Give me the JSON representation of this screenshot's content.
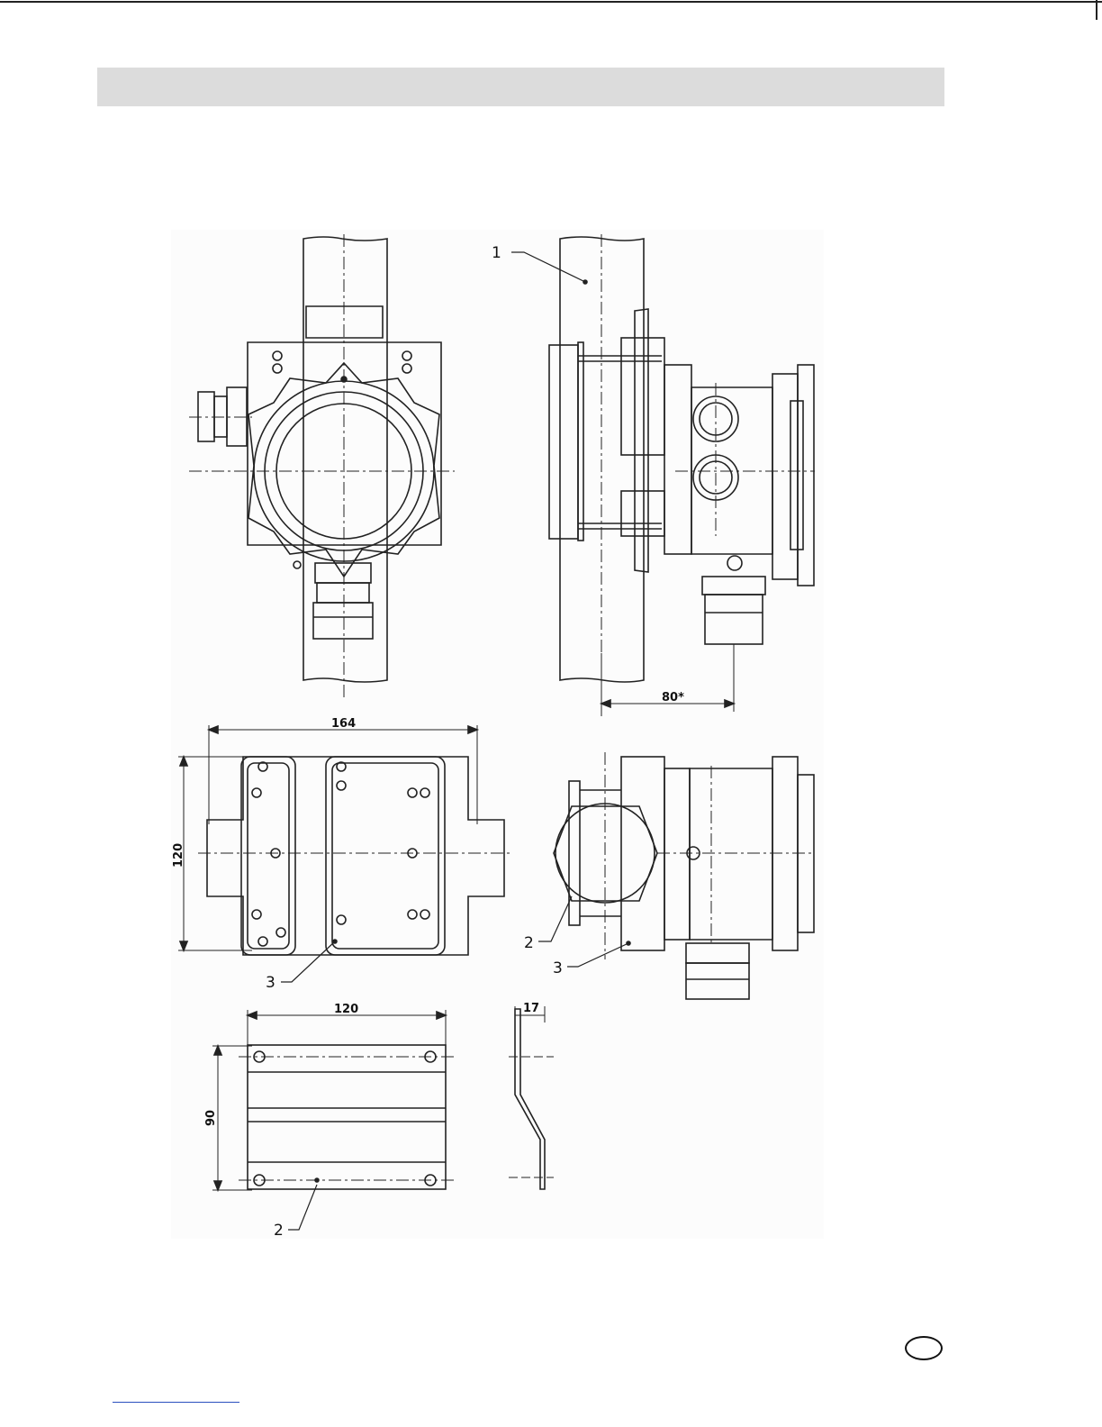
{
  "diagram": {
    "callouts": {
      "c1": "1",
      "c2_side": "2",
      "c3_side": "3",
      "c3_back": "3",
      "c2_bracket": "2"
    },
    "dimensions": {
      "offset_80": "80*",
      "width_164": "164",
      "height_120": "120",
      "bracket_width_120": "120",
      "bracket_height_90": "90",
      "bracket_depth_17": "17"
    }
  }
}
